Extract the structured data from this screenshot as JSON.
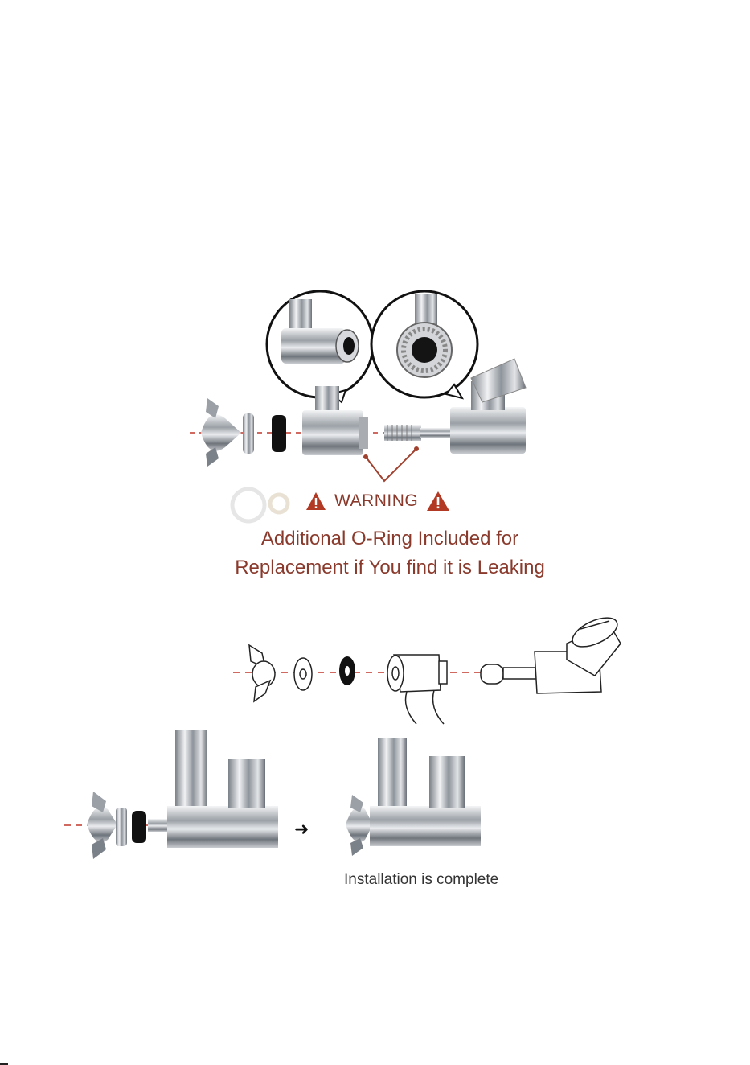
{
  "warning": {
    "label": "WARNING",
    "color": "#8a3a2c"
  },
  "caption": {
    "line1": "Additional O-Ring Included for",
    "line2": "Replacement if You find it is Leaking"
  },
  "completion": {
    "text": "Installation is complete"
  },
  "icons": [
    "warning-triangle-icon",
    "arrow-right-icon"
  ],
  "colors": {
    "accent": "#8a3a2c",
    "dashed_line": "#c0392b",
    "chrome": "#b8bcc2"
  }
}
